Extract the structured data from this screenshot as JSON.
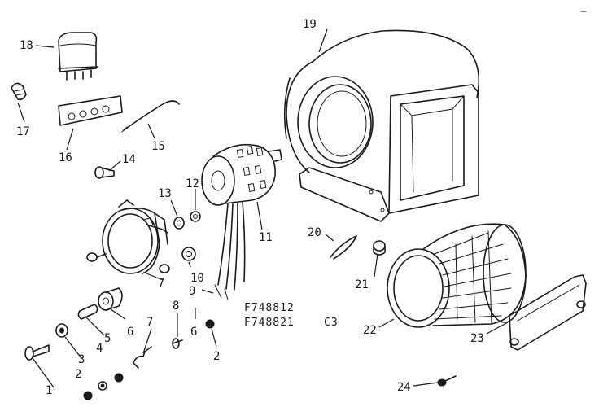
{
  "callouts": {
    "n1": "1",
    "n2a": "2",
    "n2b": "2",
    "n3": "3",
    "n4": "4",
    "n5": "5",
    "n6": "6",
    "n6b": "6",
    "n7a": "7",
    "n7b": "7",
    "n8": "8",
    "n9": "9",
    "n10": "10",
    "n11": "11",
    "n12": "12",
    "n13": "13",
    "n14": "14",
    "n15": "15",
    "n16": "16",
    "n17": "17",
    "n18": "18",
    "n19": "19",
    "n20": "20",
    "n21": "21",
    "n22": "22",
    "n23": "23",
    "n24": "24"
  },
  "model_codes": {
    "line1": "F748812",
    "line2": "F748821",
    "suffix": "C3"
  }
}
